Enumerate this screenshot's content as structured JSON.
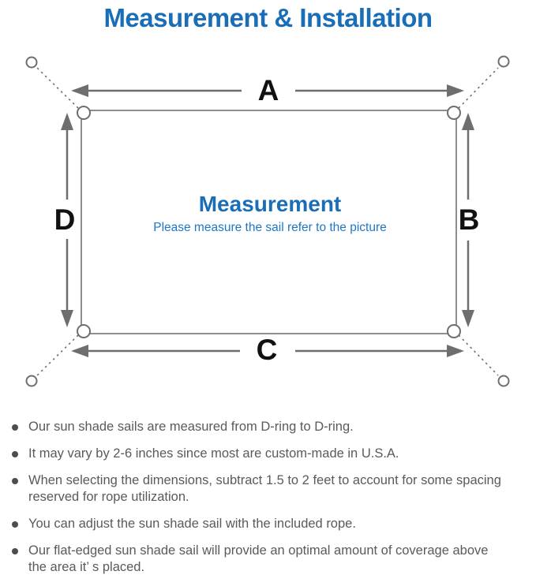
{
  "title": "Measurement & Installation",
  "colors": {
    "accent_blue": "#1a6eb8",
    "subtitle_blue": "#1f77c4",
    "line_gray": "#6e6e6e",
    "border_gray": "#8f8f8f",
    "text_gray": "#5a5a5a",
    "label_black": "#111111"
  },
  "diagram": {
    "labels": {
      "top": "A",
      "right": "B",
      "bottom": "C",
      "left": "D"
    },
    "center_heading": "Measurement",
    "center_subtitle": "Please measure the sail refer to the picture"
  },
  "notes": [
    [
      "Our sun shade sails are measured from D-ring to D-ring."
    ],
    [
      "It may vary by 2-6 inches since most are custom-made in U.S.A."
    ],
    [
      "When selecting the dimensions, subtract 1.5 to 2 feet to account for some spacing",
      "reserved for rope utilization."
    ],
    [
      "You can adjust the sun shade sail with the included rope."
    ],
    [
      "Our flat-edged sun shade sail will provide an optimal amount of coverage above",
      "the area it’ s placed."
    ]
  ]
}
